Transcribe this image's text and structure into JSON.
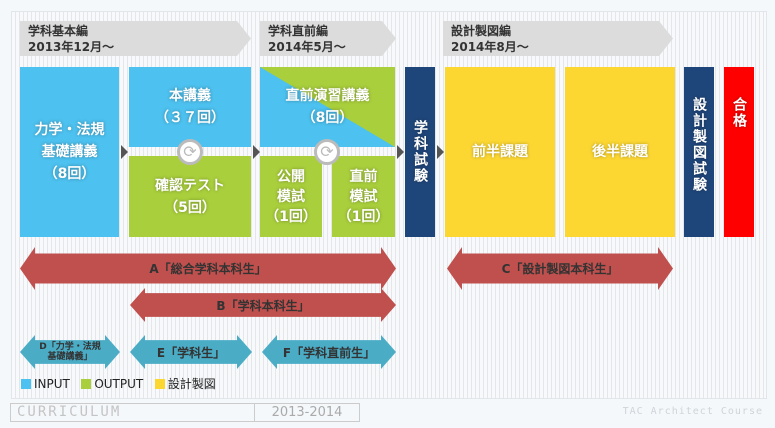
{
  "phases": [
    {
      "title": "学科基本編",
      "date": "2013年12月～"
    },
    {
      "title": "学科直前編",
      "date": "2014年5月～"
    },
    {
      "title": "設計製図編",
      "date": "2014年8月～"
    }
  ],
  "boxes": {
    "rikigaku": "力学・法規\n基礎講義\n（8回）",
    "hon_kougi": "本講義\n（３７回）",
    "kakunin": "確認テスト\n（5回）",
    "chokuzen_enshu": "直前演習講義\n（8回）",
    "koukai": "公開\n模試\n（1回）",
    "chokuzen_moshi": "直前\n模試\n（1回）",
    "gakka_shiken": "学科試験",
    "zenhan": "前半課題",
    "kouhan": "後半課題",
    "sekkei_shiken": "設計製図試験",
    "goukaku": "合格"
  },
  "courses": {
    "a": "A「総合学科本科生」",
    "b": "B「学科本科生」",
    "c": "C「設計製図本科生」",
    "d": "D「力学・法規\n基礎講義」",
    "e": "E「学科生」",
    "f": "F「学科直前生」"
  },
  "legend": [
    {
      "label": "INPUT",
      "color": "#4dc1ef"
    },
    {
      "label": "OUTPUT",
      "color": "#a9cf3c"
    },
    {
      "label": "設計製図",
      "color": "#fcd732"
    }
  ],
  "footer": {
    "title": "CURRICULUM",
    "years": "2013-2014",
    "brand": "TAC Architect Course"
  }
}
